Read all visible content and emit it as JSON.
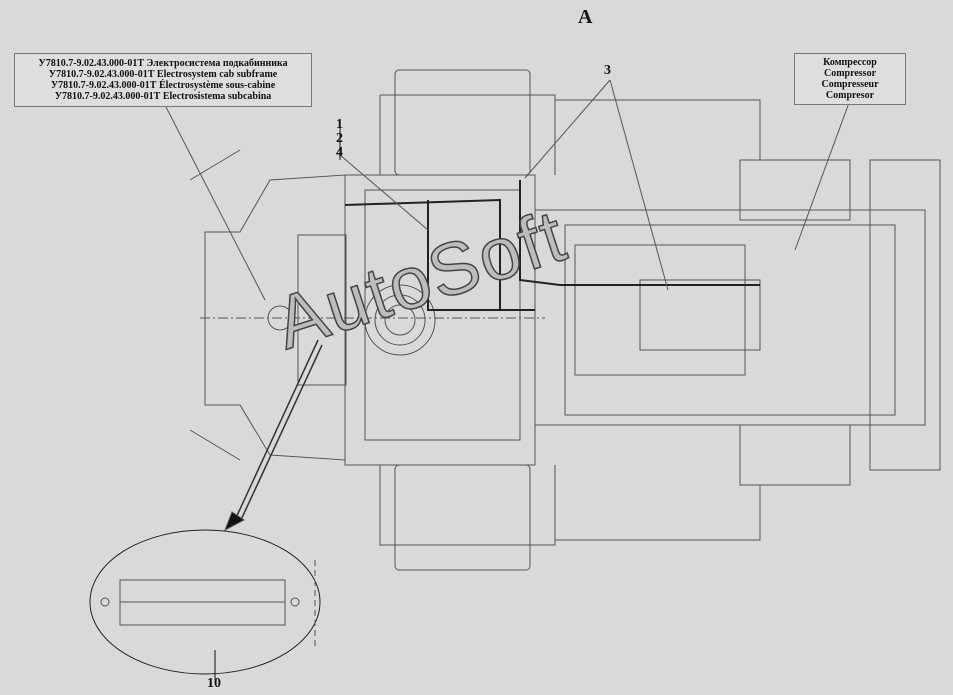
{
  "view_label": "A",
  "callouts": {
    "c1": "1",
    "c2": "2",
    "c4": "4",
    "c3": "3",
    "c10": "10"
  },
  "cab_subframe_box": {
    "lines": [
      "У7810.7-9.02.43.000-01Т  Электросистема  подкабинника",
      "У7810.7-9.02.43.000-01Т  Electrosystem cab subframe",
      "У7810.7-9.02.43.000-01Т  Électrosystème sous-cabine",
      "У7810.7-9.02.43.000-01Т  Electrosistema subcabina"
    ]
  },
  "compressor_box": {
    "lines": [
      "Компрессор",
      "Compressor",
      "Compresseur",
      "Compresor"
    ]
  },
  "watermark": "AutoSoft"
}
